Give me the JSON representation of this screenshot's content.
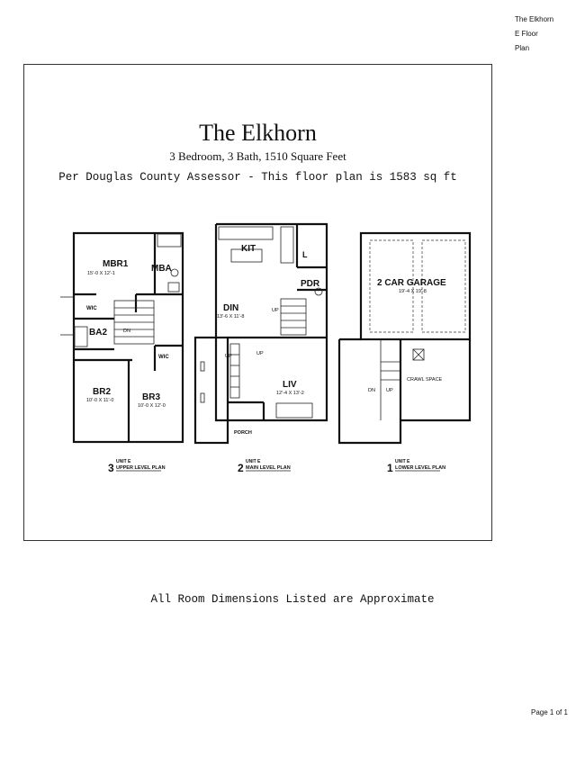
{
  "header": {
    "line1": "The Elkhorn",
    "line2": "E Floor Plan"
  },
  "plan": {
    "title": "The Elkhorn",
    "subtitle": "3 Bedroom,  3 Bath, 1510 Square Feet",
    "assessor_note": "Per Douglas County Assessor - This floor plan is 1583 sq ft"
  },
  "upper_level": {
    "rooms": {
      "mbr1": "MBR1",
      "mbr1_dim": "15'-0 X 12'-1",
      "mba": "MBA",
      "wic_left": "WIC",
      "ba2": "BA2",
      "dn": "DN",
      "wic_right": "WIC",
      "br2": "BR2",
      "br2_dim": "10'-0 X 11'-0",
      "br3": "BR3",
      "br3_dim": "10'-0 X 12'-0"
    },
    "level_number": "3",
    "unit": "UNIT E",
    "level_label": "UPPER LEVEL PLAN"
  },
  "main_level": {
    "rooms": {
      "kit": "KIT",
      "l": "L",
      "pdr": "PDR",
      "din": "DIN",
      "din_dim": "13'-6 X 11'-8",
      "up1": "UP",
      "up2": "UP",
      "up3": "UP",
      "liv": "LIV",
      "liv_dim": "12'-4 X 13'-2",
      "porch": "PORCH"
    },
    "level_number": "2",
    "unit": "UNIT E",
    "level_label": "MAIN LEVEL PLAN"
  },
  "lower_level": {
    "rooms": {
      "garage": "2 CAR GARAGE",
      "garage_dim": "19'-4 X 19'-8",
      "dn": "DN",
      "up": "UP",
      "crawl": "CRAWL SPACE"
    },
    "level_number": "1",
    "unit": "UNIT E",
    "level_label": "LOWER LEVEL PLAN"
  },
  "footnote": "All Room Dimensions Listed are Approximate",
  "page": "Page 1 of 1"
}
